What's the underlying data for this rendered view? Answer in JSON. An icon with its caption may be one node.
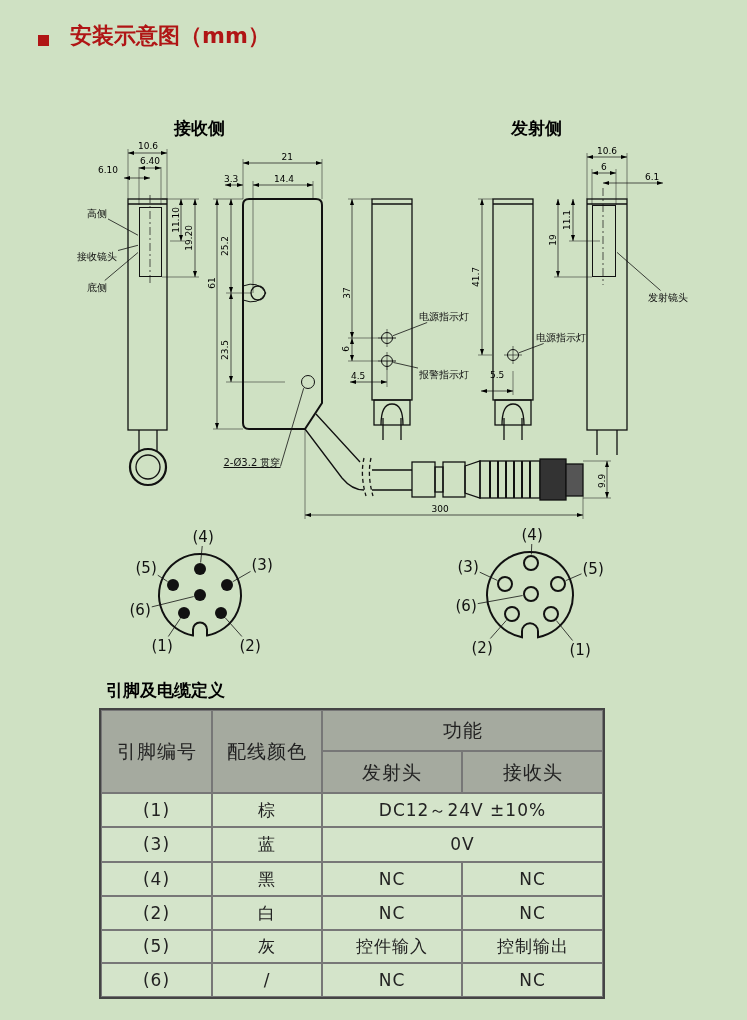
{
  "diagram": {
    "title": "安装示意图（mm）",
    "nodes": [
      {
        "text": [
          "高侧"
        ]
      },
      {
        "text": [
          "接收镜头"
        ]
      },
      {
        "text": [
          "底侧"
        ]
      },
      {
        "text": [
          "2-Ø3.2 贯穿"
        ]
      },
      {
        "text": [
          "电源指示灯"
        ]
      },
      {
        "text": [
          "报警指示灯"
        ]
      },
      {
        "text": [
          "电源指示灯"
        ]
      },
      {
        "text": [
          "发射镜头"
        ]
      },
      {
        "text": [
          "(4)"
        ]
      },
      {
        "text": [],
        "shape": "circle"
      },
      {
        "text": [
          "(5)"
        ]
      },
      {
        "text": [],
        "shape": "circle"
      },
      {
        "text": [
          "(3)"
        ]
      },
      {
        "text": [],
        "shape": "circle"
      },
      {
        "text": [
          "(6)"
        ]
      },
      {
        "text": [],
        "shape": "circle"
      },
      {
        "text": [
          "(1)"
        ]
      },
      {
        "text": [],
        "shape": "circle"
      },
      {
        "text": [
          "(2)"
        ]
      },
      {
        "text": [],
        "shape": "circle"
      },
      {
        "text": [
          "(4)"
        ]
      },
      {
        "text": [],
        "shape": "circle"
      },
      {
        "text": [
          "(3)"
        ]
      },
      {
        "text": [],
        "shape": "circle"
      },
      {
        "text": [
          "(5)"
        ]
      },
      {
        "text": [],
        "shape": "circle"
      },
      {
        "text": [
          "(6)"
        ]
      },
      {
        "text": [],
        "shape": "circle"
      },
      {
        "text": [
          "(2)"
        ]
      },
      {
        "text": [],
        "shape": "circle"
      },
      {
        "text": [
          "(1)"
        ]
      },
      {
        "text": [],
        "shape": "circle"
      },
      {
        "text": [],
        "shape": "circle"
      },
      {
        "text": [],
        "shape": "circle"
      },
      {
        "text": [],
        "shape": "circle"
      },
      {
        "text": [],
        "shape": "circle"
      },
      {
        "text": [],
        "shape": "box"
      },
      {
        "text": [],
        "shape": "box"
      }
    ],
    "edges": [
      {
        "from": 0,
        "to": 36,
        "arrow": "none"
      },
      {
        "from": 1,
        "to": 36,
        "arrow": "none"
      },
      {
        "from": 2,
        "to": 36,
        "arrow": "none"
      },
      {
        "from": 3,
        "to": 32,
        "arrow": "none"
      },
      {
        "from": 4,
        "to": 33,
        "arrow": "none"
      },
      {
        "from": 5,
        "to": 34,
        "arrow": "none"
      },
      {
        "from": 6,
        "to": 35,
        "arrow": "none"
      },
      {
        "from": 7,
        "to": 37,
        "arrow": "none"
      },
      {
        "from": 8,
        "to": 9,
        "arrow": "none"
      },
      {
        "from": 10,
        "to": 11,
        "arrow": "none"
      },
      {
        "from": 12,
        "to": 13,
        "arrow": "none"
      },
      {
        "from": 14,
        "to": 15,
        "arrow": "none"
      },
      {
        "from": 16,
        "to": 17,
        "arrow": "none"
      },
      {
        "from": 18,
        "to": 19,
        "arrow": "none"
      },
      {
        "from": 20,
        "to": 21,
        "arrow": "none"
      },
      {
        "from": 22,
        "to": 23,
        "arrow": "none"
      },
      {
        "from": 24,
        "to": 25,
        "arrow": "none"
      },
      {
        "from": 26,
        "to": 27,
        "arrow": "none"
      },
      {
        "from": 28,
        "to": 29,
        "arrow": "none"
      },
      {
        "from": 30,
        "to": 31,
        "arrow": "none"
      }
    ],
    "labels": [
      "接收侧",
      "发射侧",
      "10.6",
      "6.40",
      "6.10",
      "11.10",
      "19.20",
      "21",
      "3.3",
      "14.4",
      "25.2",
      "61",
      "23.5",
      "37",
      "6",
      "4.5",
      "41.7",
      "5.5",
      "10.6",
      "6",
      "6.1",
      "11.1",
      "19",
      "300",
      "9.9",
      "引脚及电缆定义",
      "引脚编号",
      "配线颜色",
      "功能",
      "发射头",
      "接收头",
      "(1)",
      "棕",
      "DC12～24V ±10%",
      "(3)",
      "蓝",
      "0V",
      "(4)",
      "黑",
      "NC",
      "NC",
      "(2)",
      "白",
      "NC",
      "NC",
      "(5)",
      "灰",
      "控件输入",
      "控制输出",
      "(6)",
      "/",
      "NC",
      "NC"
    ]
  }
}
